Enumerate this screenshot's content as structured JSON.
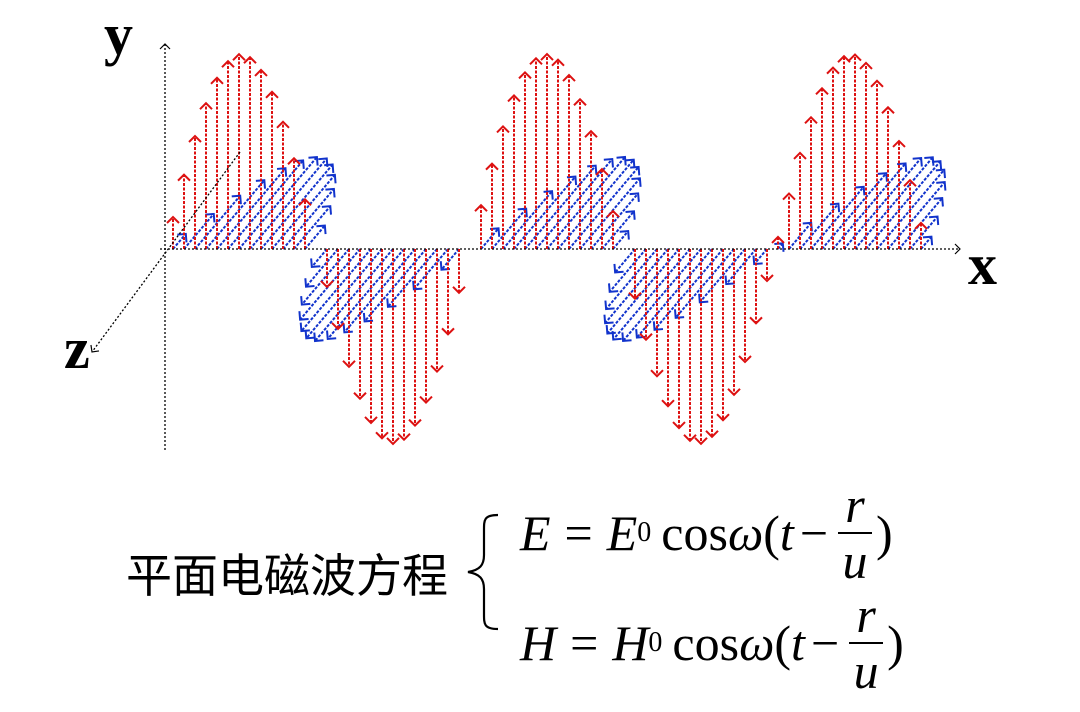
{
  "axes": {
    "x": "x",
    "y": "y",
    "z": "z"
  },
  "colors": {
    "electric_field": "#dd1111",
    "magnetic_field": "#1133cc",
    "axis": "#000000"
  },
  "title": "平面电磁波方程",
  "equations": {
    "E": {
      "lhs": "E",
      "eq": "=",
      "amp": "E",
      "amp_sub": "0",
      "func": "cos",
      "omega": "ω",
      "open": "(",
      "t": "t",
      "minus": "−",
      "num": "r",
      "den": "u",
      "close": ")"
    },
    "H": {
      "lhs": "H",
      "eq": "=",
      "amp": "H",
      "amp_sub": "0",
      "func": "cos",
      "omega": "ω",
      "open": "(",
      "t": "t",
      "minus": "−",
      "num": "r",
      "den": "u",
      "close": ")"
    }
  }
}
